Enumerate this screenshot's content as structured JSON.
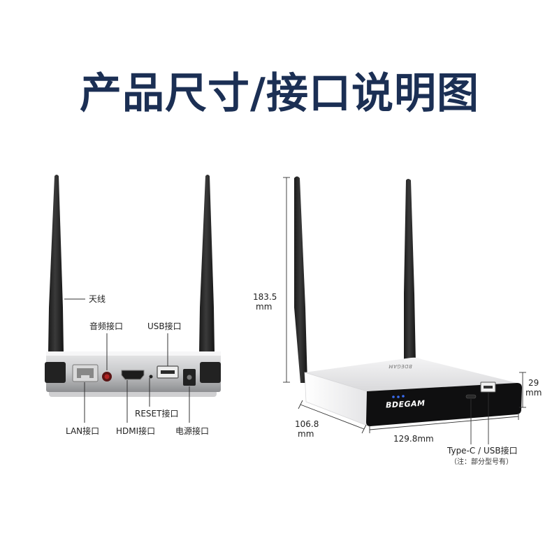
{
  "title": "产品尺寸/接口说明图",
  "back_view": {
    "labels": {
      "antenna": "天线",
      "audio": "音频接口",
      "usb": "USB接口",
      "reset": "RESET接口",
      "lan": "LAN接口",
      "hdmi": "HDMI接口",
      "power": "电源接口"
    }
  },
  "front_view": {
    "brand": "BDEGAM",
    "brand_top": "BDEGAM",
    "dimensions": {
      "height_value": "183.5",
      "height_unit": "mm",
      "box_height_value": "29",
      "box_height_unit": "mm",
      "depth_value": "106.8",
      "depth_unit": "mm",
      "width": "129.8mm"
    },
    "port_label": "Type-C / USB接口",
    "port_note": "（注：部分型号有）"
  },
  "colors": {
    "title": "#1b2f54",
    "device_front_panel": "#111111",
    "device_body": "#f2f2f2",
    "antenna": "#262626",
    "led": "#3a6df0"
  }
}
